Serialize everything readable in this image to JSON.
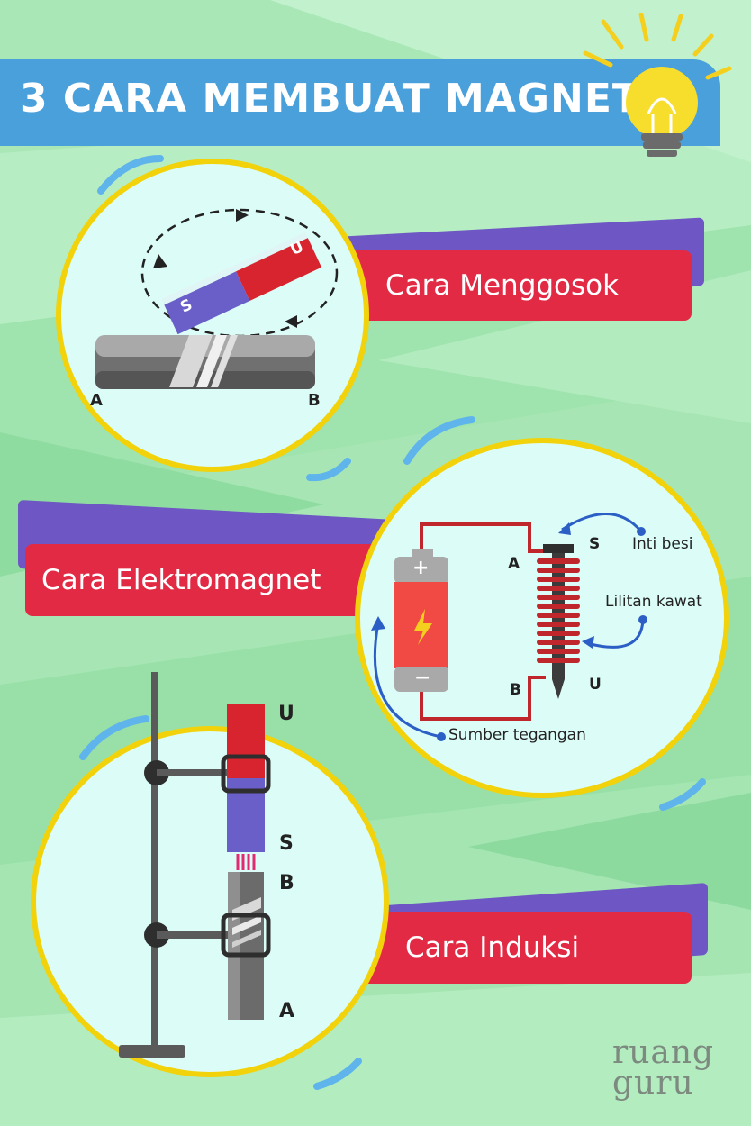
{
  "title": "3 CARA MEMBUAT MAGNET",
  "colors": {
    "background": "#a8e6b4",
    "title_bar": "#4aa0db",
    "label_red": "#e22a44",
    "label_purple": "#6e57c4",
    "circle_border": "#f2d20a",
    "circle_fill": "#dcfcf7",
    "magnet_red": "#d8242e",
    "magnet_blue": "#6a5ec9",
    "wire": "#c0272d",
    "arrow_blue": "#2b5fc6"
  },
  "icons": {
    "title": "light-bulb-icon",
    "battery": "lightning-icon"
  },
  "section1": {
    "label": "Cara Menggosok",
    "magnet_s": "S",
    "magnet_u": "U",
    "bar_a": "A",
    "bar_b": "B"
  },
  "section2": {
    "label": "Cara Elektromagnet",
    "pole_s": "S",
    "pole_u": "U",
    "end_a": "A",
    "end_b": "B",
    "battery_plus": "+",
    "battery_minus": "−",
    "callout_core": "Inti besi",
    "callout_coil": "Lilitan kawat",
    "callout_source": "Sumber tegangan"
  },
  "section3": {
    "label": "Cara Induksi",
    "magnet_u": "U",
    "magnet_s": "S",
    "rod_b": "B",
    "rod_a": "A"
  },
  "logo": {
    "line1": "ruang",
    "line2": "guru"
  }
}
